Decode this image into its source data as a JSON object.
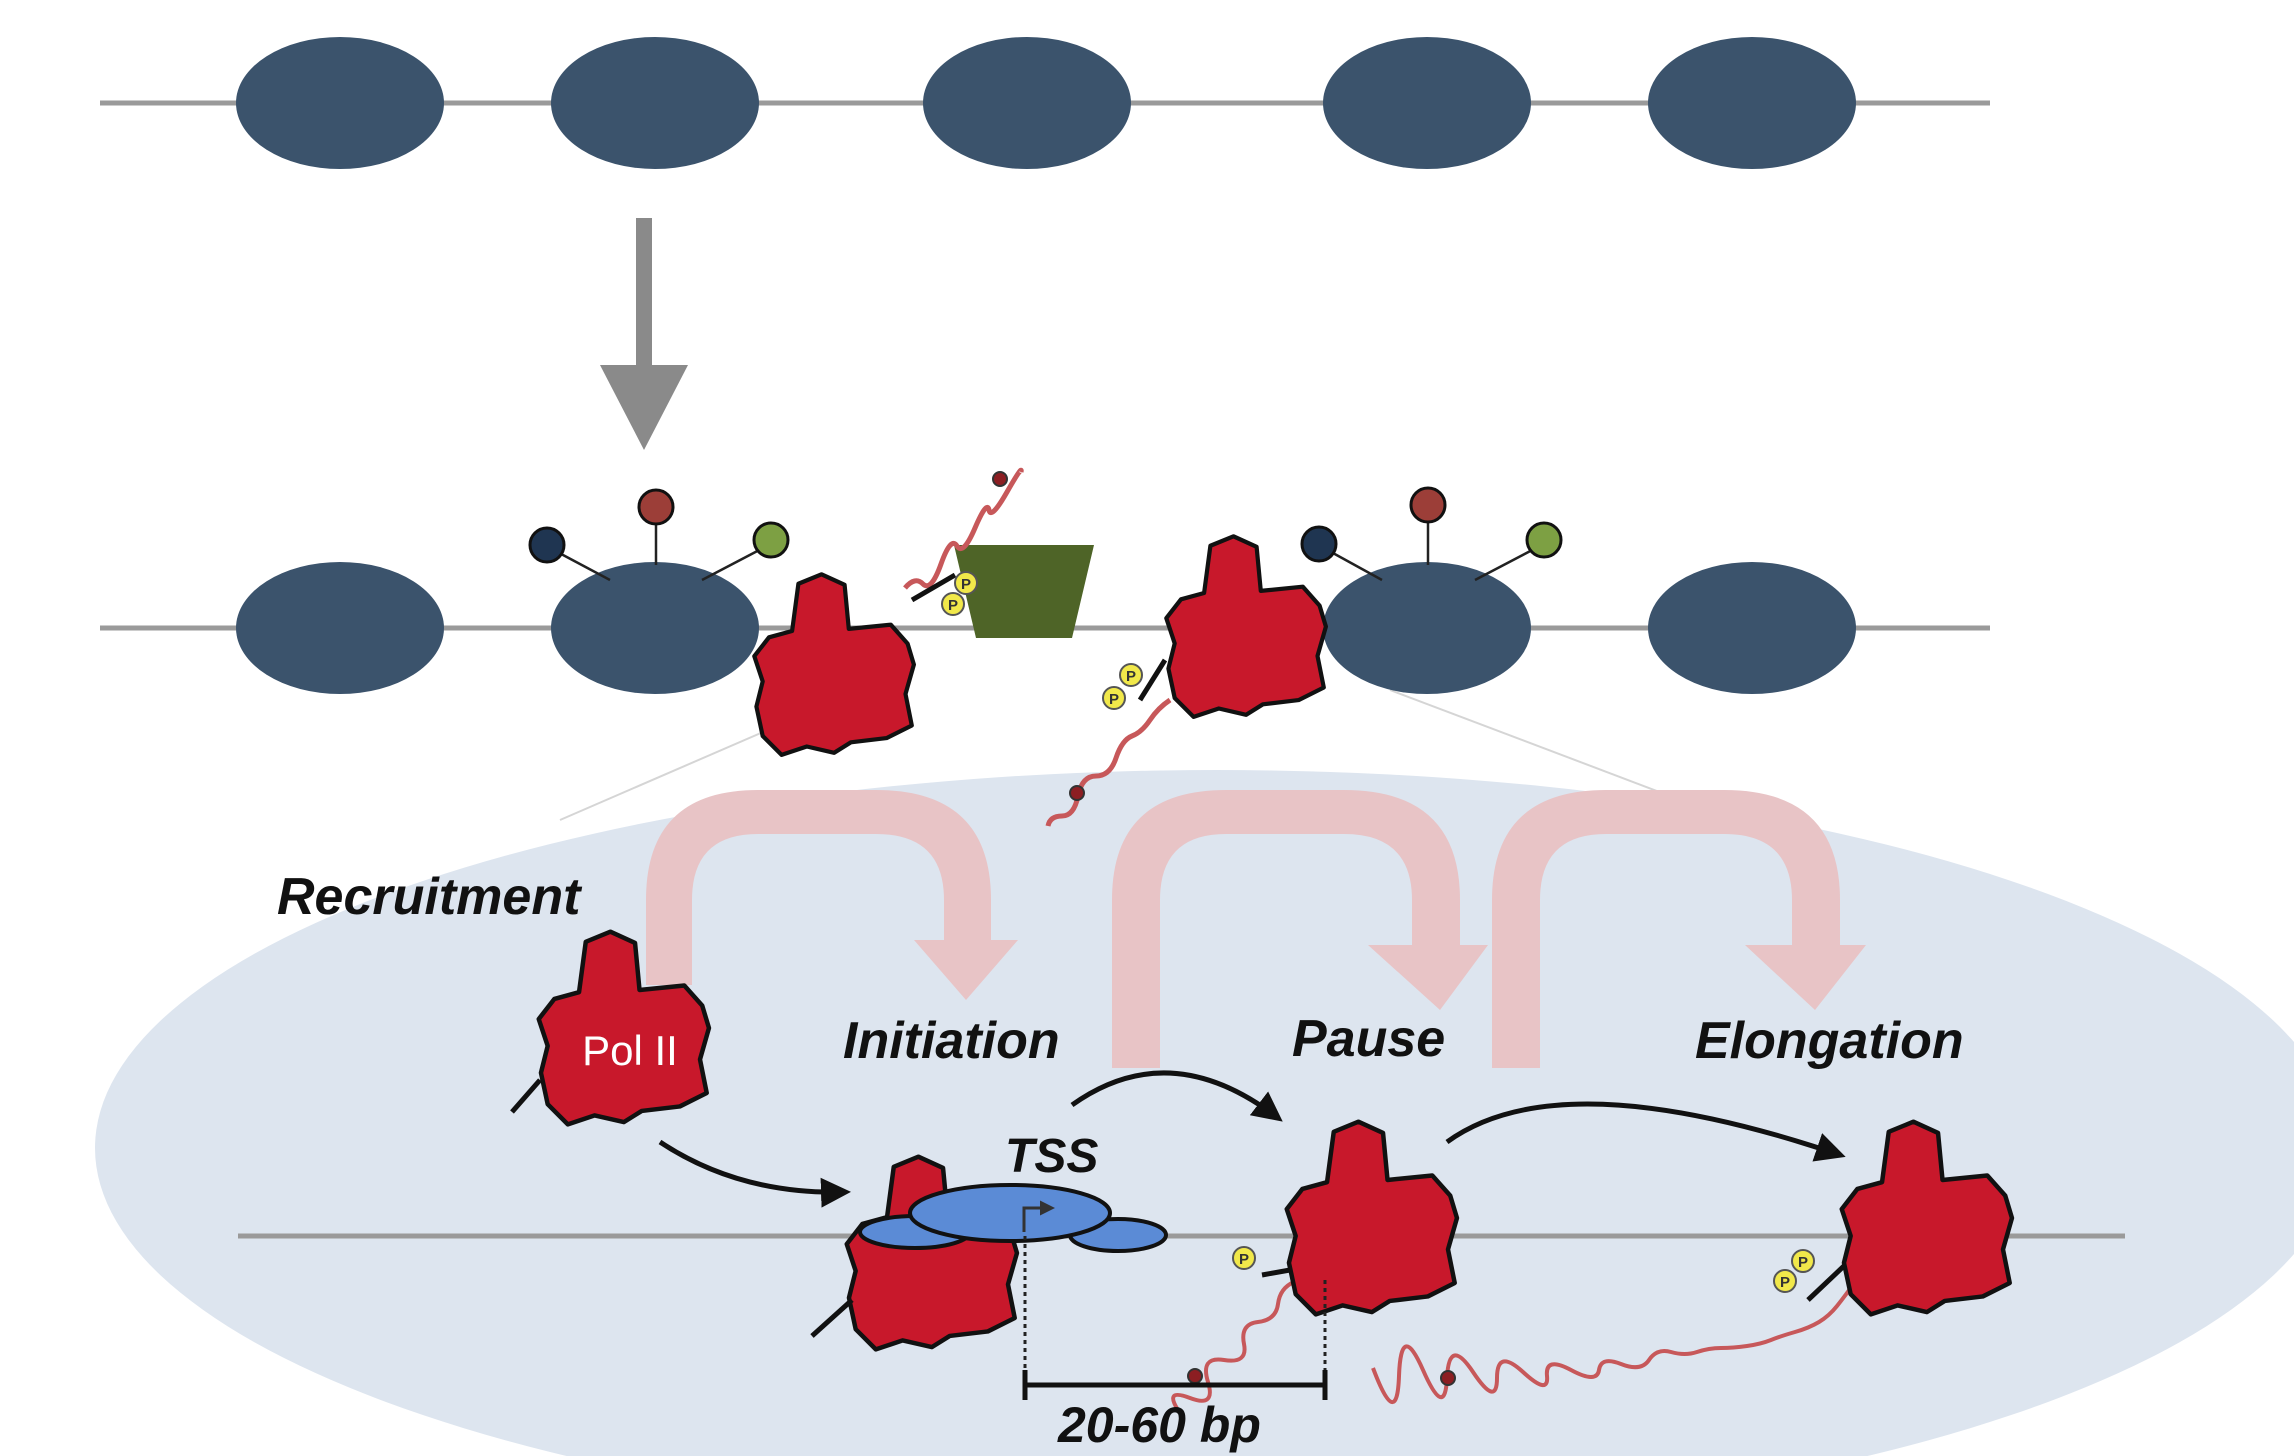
{
  "labels": {
    "recruitment": "Recruitment",
    "initiation": "Initiation",
    "pause": "Pause",
    "elongation": "Elongation",
    "pol_ii": "Pol II",
    "tss": "TSS",
    "distance": "20-60 bp",
    "phospho": "P"
  },
  "colors": {
    "nucleosome": "#3b536c",
    "pol_ii": "#c8182b",
    "dna": "#9a9a9a",
    "rna": "#c7585a",
    "zoom_region": "#dde5ef",
    "stage_arrow": "#e8c4c6",
    "gtf": "#5b8bd6",
    "factor": "#4e6427",
    "phospho": "#f1e84a",
    "mark_blue": "#1f3551",
    "mark_red": "#9c3e38",
    "mark_green": "#7da043",
    "down_arrow": "#8a8a8a"
  },
  "icons": {
    "nucleosome": "ellipse-nucleosome-icon",
    "pol_ii": "pol-ii-glove-icon",
    "phospho": "phosphate-circle-icon",
    "tss_arrow": "bent-arrow-icon"
  }
}
